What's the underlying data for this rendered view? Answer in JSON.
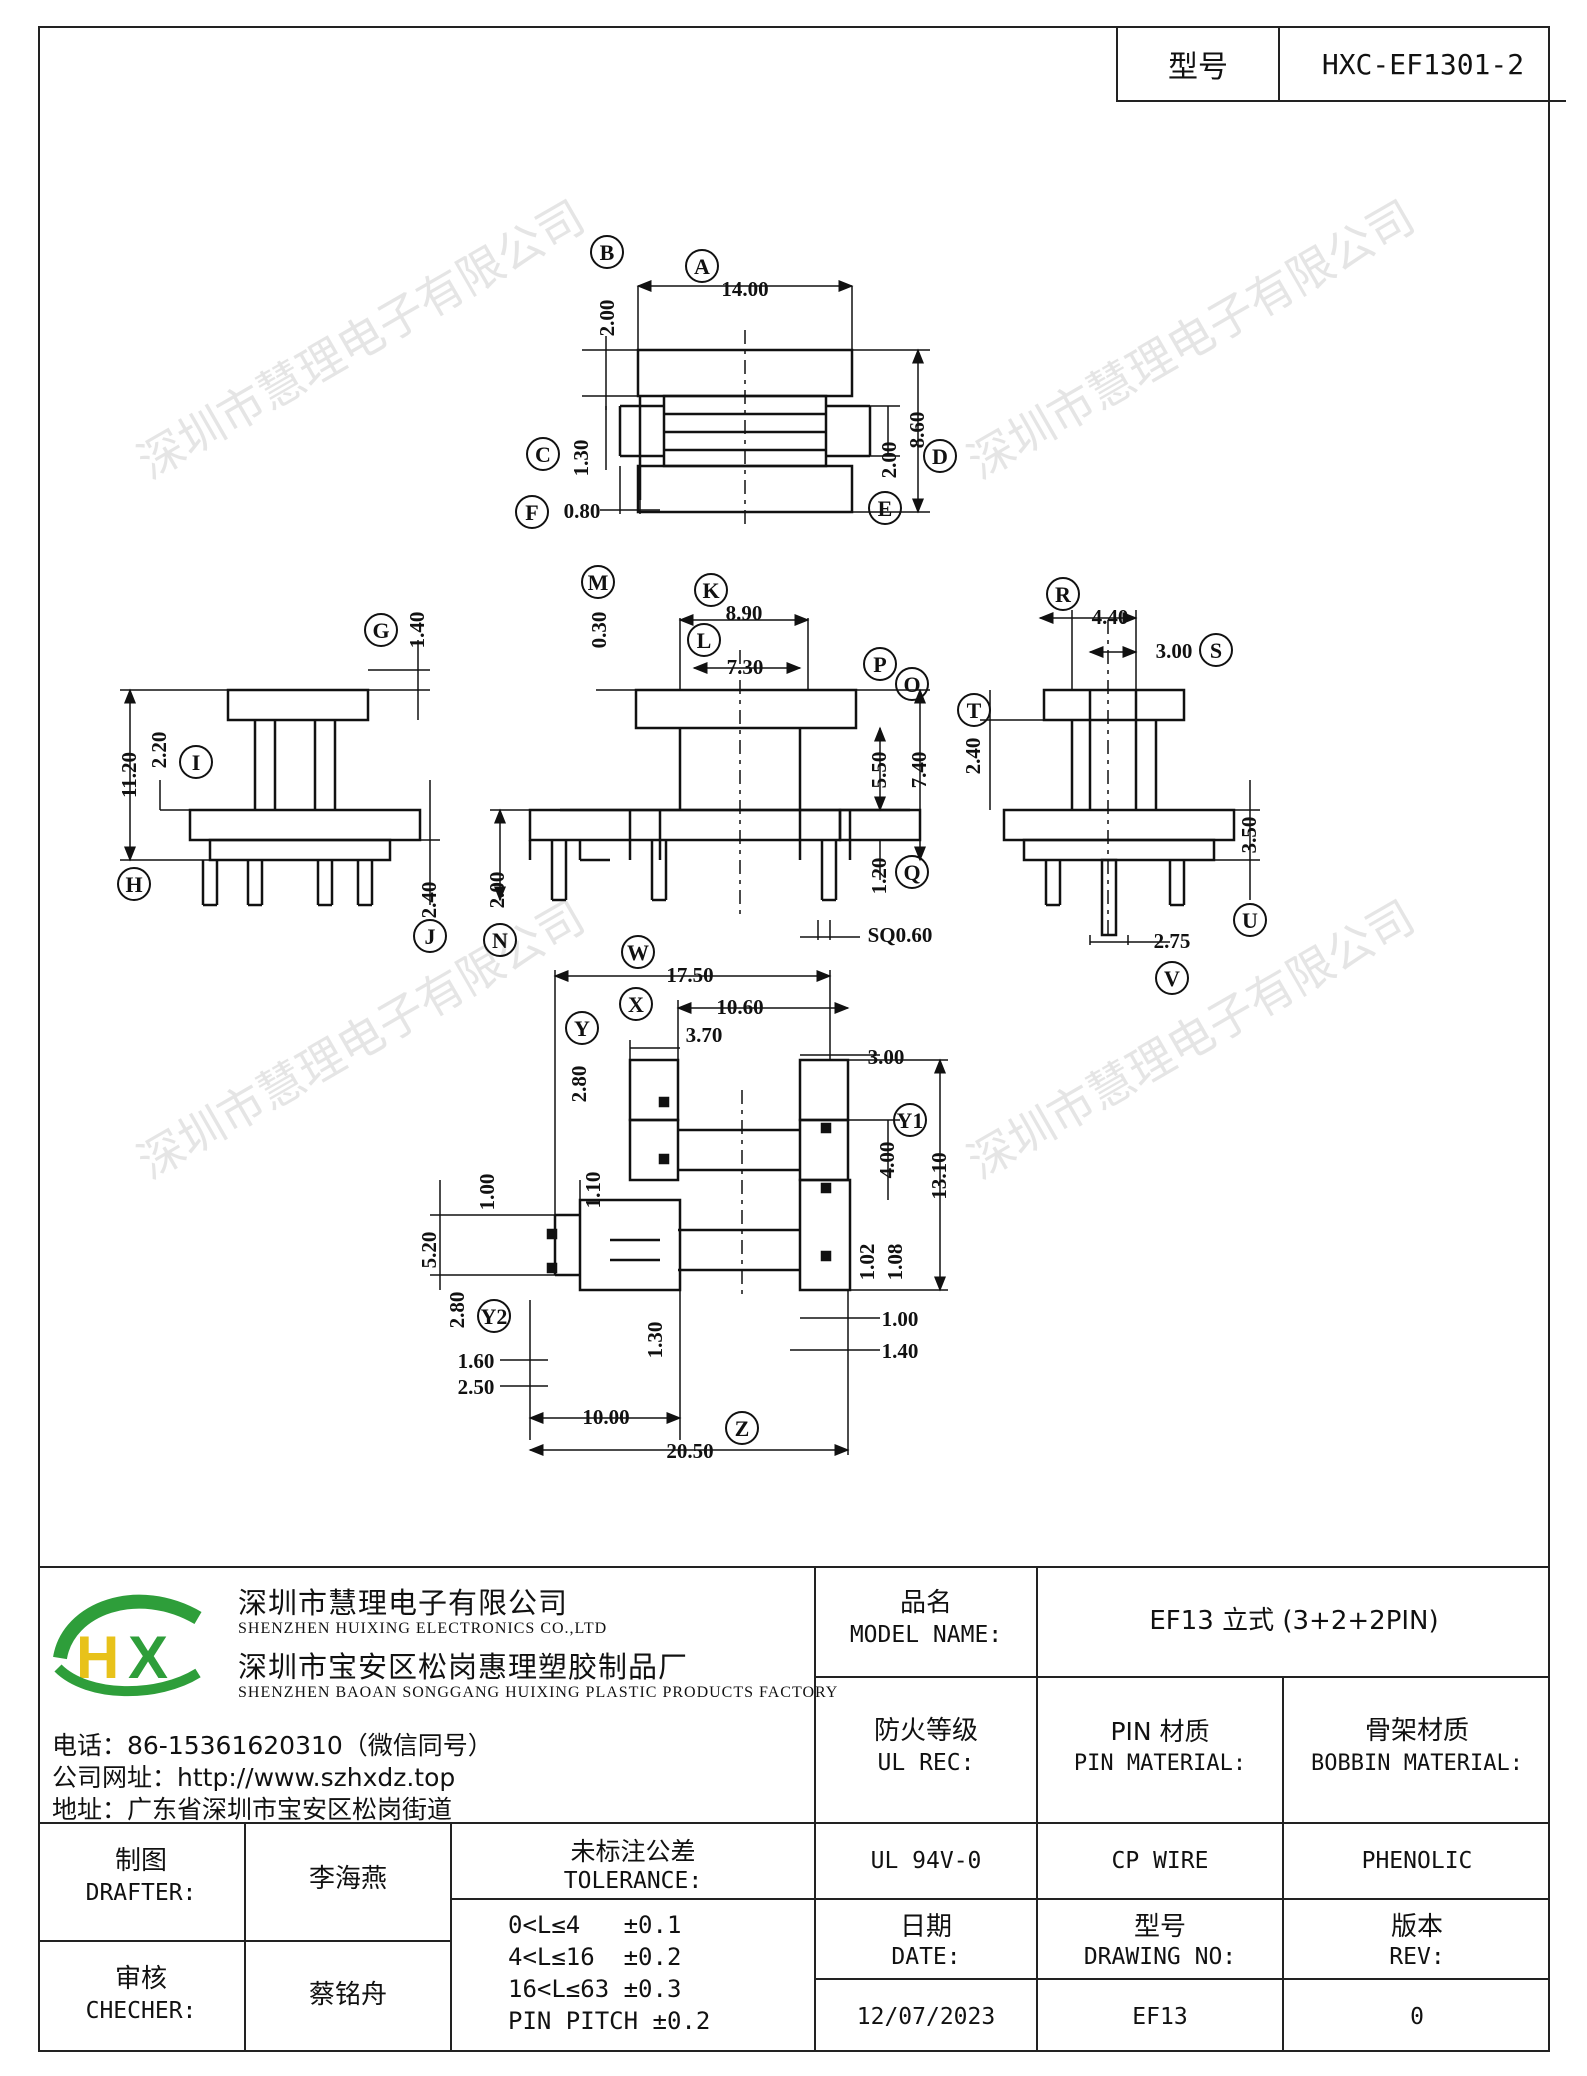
{
  "header": {
    "model_label": "型号",
    "model_value": "HXC-EF1301-2"
  },
  "watermark": "深圳市慧理电子有限公司",
  "callouts": {
    "A": "A",
    "B": "B",
    "C": "C",
    "D": "D",
    "E": "E",
    "F": "F",
    "G": "G",
    "H": "H",
    "I": "I",
    "J": "J",
    "K": "K",
    "L": "L",
    "M": "M",
    "N": "N",
    "O": "O",
    "P": "P",
    "Q": "Q",
    "R": "R",
    "S": "S",
    "T": "T",
    "U": "U",
    "V": "V",
    "W": "W",
    "X": "X",
    "Y": "Y",
    "Y1": "Y1",
    "Y2": "Y2",
    "Z": "Z"
  },
  "dimensions": {
    "A": "14.00",
    "B": "2.00",
    "C": "1.30",
    "D": "8.60",
    "E": "2.00",
    "F": "0.80",
    "G": "1.40",
    "H": "11.20",
    "I": "2.20",
    "J": "2.40",
    "K": "8.90",
    "L": "7.30",
    "M": "0.30",
    "N": "2.00",
    "O": "7.40",
    "P": "5.50",
    "Q": "1.20",
    "SQ": "SQ0.60",
    "R": "4.40",
    "S": "3.00",
    "T": "2.40",
    "U": "3.50",
    "V": "2.75",
    "W": "17.50",
    "X": "10.60",
    "Y": "2.80",
    "Y_w": "3.70",
    "Y1_top": "3.00",
    "Y1": "4.00",
    "Y1_h": "13.10",
    "b102": "1.02",
    "b108": "1.08",
    "b100r": "1.00",
    "b140r": "1.40",
    "l100": "1.00",
    "l110": "1.10",
    "l520": "5.20",
    "Y2": "2.80",
    "l130": "1.30",
    "l160": "1.60",
    "l250": "2.50",
    "l1000": "10.00",
    "Z": "20.50"
  },
  "company": {
    "logo": "HX",
    "name_cn": "深圳市慧理电子有限公司",
    "name_en": "SHENZHEN HUIXING ELECTRONICS CO.,LTD",
    "factory_cn": "深圳市宝安区松岗惠理塑胶制品厂",
    "factory_en": "SHENZHEN BAOAN SONGGANG HUIXING PLASTIC PRODUCTS FACTORY",
    "phone": "电话：86-15361620310（微信同号）",
    "website": "公司网址：http://www.szhxdz.top",
    "address": "地址：广东省深圳市宝安区松岗街道"
  },
  "titleblock": {
    "model_name_cn": "品名",
    "model_name_en": "MODEL NAME:",
    "model_name_value": "EF13 立式 (3+2+2PIN)",
    "ul_cn": "防火等级",
    "ul_en": "UL REC:",
    "ul_value": "UL 94V-0",
    "pin_cn": "PIN 材质",
    "pin_en": "PIN MATERIAL:",
    "pin_value": "CP WIRE",
    "bobbin_cn": "骨架材质",
    "bobbin_en": "BOBBIN MATERIAL:",
    "bobbin_value": "PHENOLIC",
    "drafter_cn": "制图",
    "drafter_en": "DRAFTER:",
    "drafter_value": "李海燕",
    "checker_cn": "审核",
    "checker_en": "CHECHER:",
    "checker_value": "蔡铭舟",
    "tol_cn": "未标注公差",
    "tol_en": "TOLERANCE:",
    "tol_rows": [
      "0<L≤4   ±0.1",
      "4<L≤16  ±0.2",
      "16<L≤63 ±0.3",
      "PIN PITCH ±0.2"
    ],
    "date_cn": "日期",
    "date_en": "DATE:",
    "date_value": "12/07/2023",
    "dwg_cn": "型号",
    "dwg_en": "DRAWING NO:",
    "dwg_value": "EF13",
    "rev_cn": "版本",
    "rev_en": "REV:",
    "rev_value": "0"
  },
  "colors": {
    "logo_green": "#2e9e3a",
    "logo_yellow": "#e8c21a",
    "line": "#111111"
  }
}
